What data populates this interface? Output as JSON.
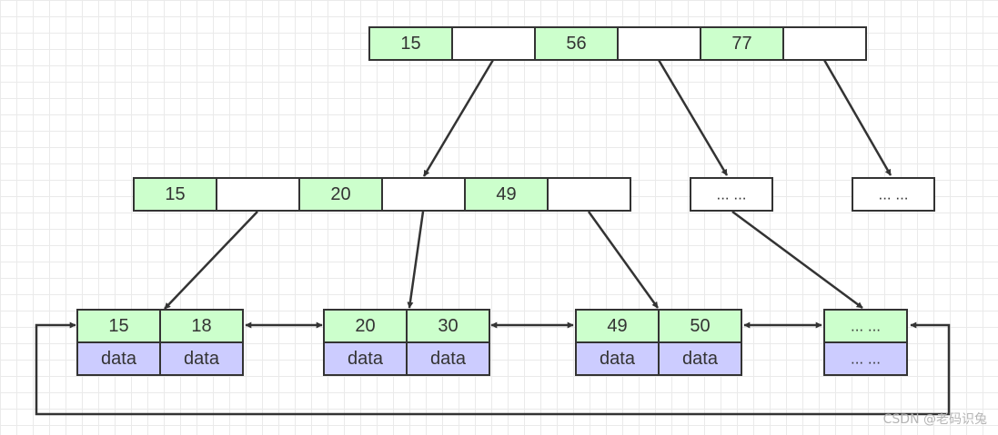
{
  "root_node": [
    "15",
    "",
    "56",
    "",
    "77",
    ""
  ],
  "internal_node": [
    "15",
    "",
    "20",
    "",
    "49",
    ""
  ],
  "ellipsis_node_1": "... ...",
  "ellipsis_node_2": "... ...",
  "leaves": [
    {
      "keys": [
        "15",
        "18"
      ],
      "values": [
        "data",
        "data"
      ]
    },
    {
      "keys": [
        "20",
        "30"
      ],
      "values": [
        "data",
        "data"
      ]
    },
    {
      "keys": [
        "49",
        "50"
      ],
      "values": [
        "data",
        "data"
      ]
    },
    {
      "keys": [
        "... ..."
      ],
      "values": [
        "... ..."
      ]
    }
  ],
  "watermark": "CSDN @老码识兔",
  "colors": {
    "key_cell": "#ccffcc",
    "data_cell": "#ccccff",
    "pointer_cell": "#ffffff",
    "stroke": "#333333"
  }
}
